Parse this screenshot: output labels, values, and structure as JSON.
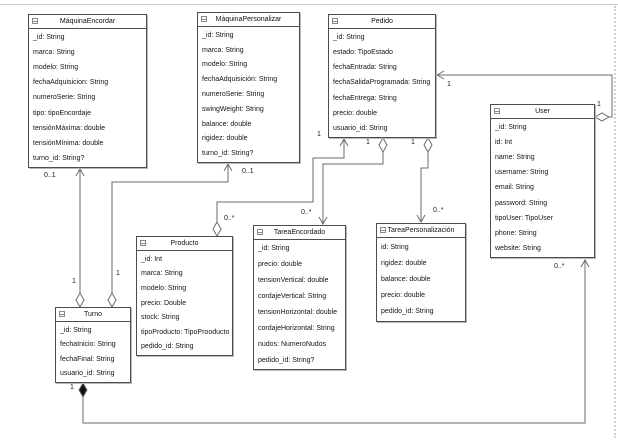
{
  "diagram": {
    "classes": [
      {
        "id": "maquina-encordar",
        "title": "MáquinaEncordar",
        "attributes": [
          "_id: String",
          "marca: String",
          "modelo: String",
          "fechaAdquisicion: String",
          "numeroSerie: String",
          "tipo: tipoEncordaje",
          "tensiónMáxima: double",
          "tensiónMínima: double",
          "turno_id: String?"
        ]
      },
      {
        "id": "maquina-personalizar",
        "title": "MáquinaPersonalizar",
        "attributes": [
          "_id: String",
          "marca: String",
          "modelo: String",
          "fechaAdquisición: String",
          "numeroSerie: String",
          "swingWeight: String",
          "balance: double",
          "rigidez: double",
          "turno_id: String?"
        ]
      },
      {
        "id": "pedido",
        "title": "Pedido",
        "attributes": [
          "_id: String",
          "estado: TipoEstado",
          "fechaEntrada: String",
          "fechaSalidaProgramada: String",
          "fechaEntrega: String",
          "precio: double",
          "usuario_id: String"
        ]
      },
      {
        "id": "user",
        "title": "User",
        "attributes": [
          "_id: String",
          "id: Int",
          "name: String",
          "username: String",
          "email: String",
          "password: String",
          "tipoUser: TipoUser",
          "phone: String",
          "website: String"
        ]
      },
      {
        "id": "producto",
        "title": "Producto",
        "attributes": [
          "_id: Int",
          "marca: String",
          "modelo: String",
          "precio: Double",
          "stock: String",
          "tipoProducto: TipoProoducto",
          "pedido_id: String"
        ]
      },
      {
        "id": "tarea-encordado",
        "title": "TareaEncordado",
        "attributes": [
          "_id: String",
          "precio: double",
          "tensionVertical: double",
          "cordajeVertical: String",
          "tensionHorizontal: double",
          "cordajeHorizontal: String",
          "nudos: NumeroNudos",
          "pedido_id: String?"
        ]
      },
      {
        "id": "tarea-personalizacion",
        "title": "TareaPersonalización",
        "attributes": [
          "id: String",
          "rigidez: double",
          "balance: double",
          "precio: double",
          "pedido_id: String"
        ]
      },
      {
        "id": "turno",
        "title": "Turno",
        "attributes": [
          "_id: String",
          "fechaInicio: String",
          "fechaFinal: String",
          "usuario_id: String"
        ]
      }
    ],
    "multiplicity_labels": [
      {
        "id": "turno-me-target",
        "text": "0..1"
      },
      {
        "id": "turno-me-source",
        "text": "1"
      },
      {
        "id": "turno-mp-target",
        "text": "0..1"
      },
      {
        "id": "turno-mp-source",
        "text": "1"
      },
      {
        "id": "producto-pedido-target",
        "text": "1"
      },
      {
        "id": "producto-pedido-source",
        "text": "0..*"
      },
      {
        "id": "pedido-te-source",
        "text": "1"
      },
      {
        "id": "pedido-te-target",
        "text": "0..*"
      },
      {
        "id": "pedido-tp-source",
        "text": "1"
      },
      {
        "id": "pedido-tp-target",
        "text": "0..*"
      },
      {
        "id": "user-pedido-target",
        "text": "1"
      },
      {
        "id": "user-pedido-source",
        "text": "1"
      },
      {
        "id": "turno-user-source",
        "text": "1"
      },
      {
        "id": "turno-user-target",
        "text": "0..*"
      }
    ]
  }
}
